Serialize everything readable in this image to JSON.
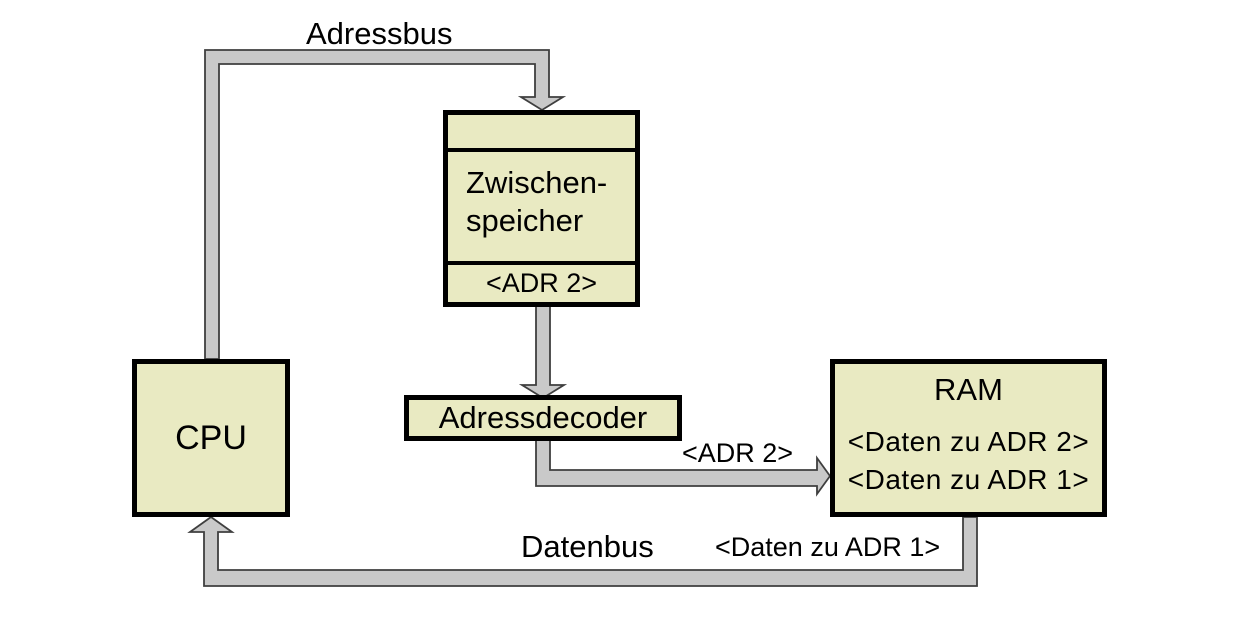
{
  "colors": {
    "background": "#ffffff",
    "box-fill": "#e9eac2",
    "box-border": "#000000",
    "bus-fill": "#c9c9c9",
    "bus-outline": "#3f3f3f",
    "text": "#000000"
  },
  "buses": {
    "adressbus": {
      "label": "Adressbus"
    },
    "datenbus": {
      "label": "Datenbus",
      "data_label": "<Daten zu ADR 1>"
    },
    "adressdecoder_to_ram": {
      "label": "<ADR 2>"
    }
  },
  "nodes": {
    "cpu": {
      "label": "CPU"
    },
    "zwischenspeicher": {
      "label_line1": "Zwischen-",
      "label_line2": "speicher",
      "register": "<ADR 2>"
    },
    "adressdecoder": {
      "label": "Adressdecoder"
    },
    "ram": {
      "title": "RAM",
      "rows": [
        "<Daten zu ADR 2>",
        "<Daten zu ADR 1>"
      ]
    }
  }
}
